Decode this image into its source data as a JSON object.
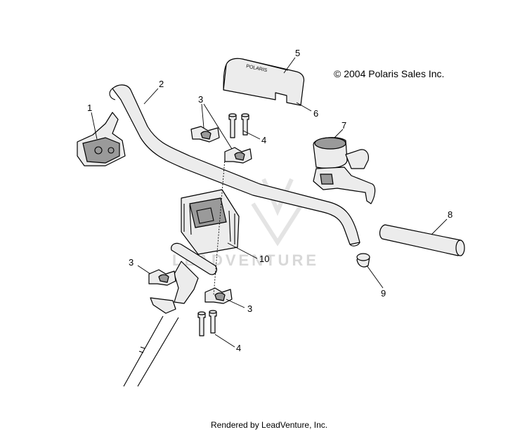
{
  "copyright": "© 2004 Polaris Sales Inc.",
  "footer": "Rendered by LeadVenture, Inc.",
  "watermark": "LEADVENTURE",
  "pad_logo_text": "POLARIS",
  "callouts": [
    "1",
    "2",
    "3",
    "3",
    "3",
    "4",
    "4",
    "5",
    "6",
    "7",
    "8",
    "9",
    "10"
  ],
  "colors": {
    "line": "#000000",
    "fill": "#ececec",
    "watermark": "#d8d8d8"
  }
}
